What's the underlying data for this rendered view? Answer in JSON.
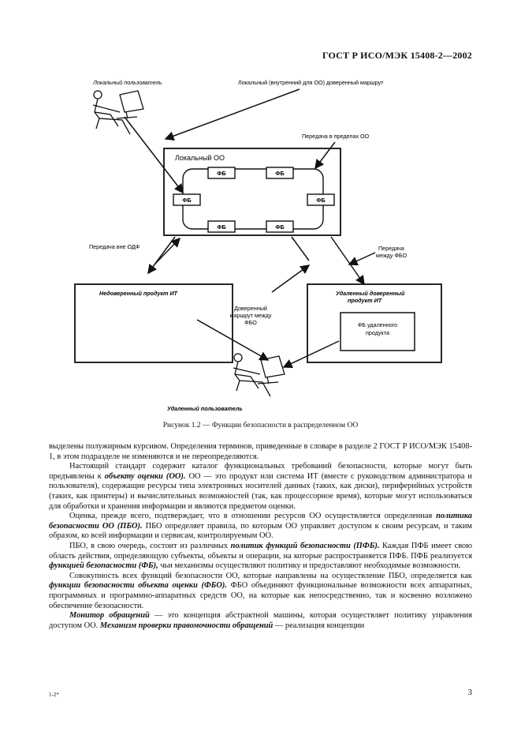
{
  "header": {
    "code": "ГОСТ Р ИСО/МЭК 15408-2—2002"
  },
  "figure": {
    "local_user": "Локальный пользователь",
    "local_path": "Локальный (внутренний для ОО) доверенный маршрут",
    "transfer_inside": "Передача в пределах ОО",
    "local_toe": "Локальный ОО",
    "fb": "ФБ",
    "transfer_outside": "Передача вне ОДФ",
    "transfer_between_1": "Передача",
    "transfer_between_2": "между ФБО",
    "untrusted_product": "Недоверенный продукт ИТ",
    "remote_trusted_1": "Удаленный доверенный",
    "remote_trusted_2": "продукт ИТ",
    "remote_fb_1": "ФБ удаленного",
    "remote_fb_2": "продукта",
    "trusted_route_1": "Доверенный",
    "trusted_route_2": "маршрут между",
    "trusted_route_3": "ФБО",
    "remote_user": "Удаленный пользователь"
  },
  "caption": "Рисунок 1.2 — Функции безопасности в распределенном ОО",
  "body": {
    "p1": "выделены полужирным курсивом. Определения терминов, приведенные в словаре в разделе 2 ГОСТ Р ИСО/МЭК 15408-1, в этом подразделе не изменяются и не переопределяются.",
    "p2a": "Настоящий стандарт содержит каталог функциональных требований безопасности, которые могут быть предъявлены к ",
    "p2t": "объекту оценки (ОО).",
    "p2b": " ОО — это продукт или система ИТ (вместе с руководством администратора и пользователя), содержащие ресурсы типа электронных носителей данных (таких, как диски), периферийных устройств (таких, как принтеры) и вычислительных возможностей (так, как процессорное время), которые могут использоваться для обработки и хранения информации и являются предметом оценки.",
    "p3a": "Оценка, прежде всего, подтверждает, что в отношении ресурсов ОО осуществляется определенная ",
    "p3t": "политика безопасности ОО (ПБО).",
    "p3b": " ПБО определяет правила, по которым ОО управляет доступом к своим ресурсам, и таким образом, ко всей информации и сервисам, контролируемым ОО.",
    "p4a": "ПБО, в свою очередь, состоит из различных ",
    "p4t": "политик функций безопасности (ПФБ).",
    "p4b": " Каждая ПФБ имеет свою область действия, определяющую субъекты, объекты и операции, на которые распространяется ПФБ. ПФБ реализуется ",
    "p4t2": "функцией безопасности (ФБ),",
    "p4c": " чьи механизмы осуществляют политику и предоставляют необходимые возможности.",
    "p5a": "Совокупность всех функций безопасности ОО, которые направлены на осуществление ПБО, определяется как ",
    "p5t": "функции безопасности объекта оценки (ФБО).",
    "p5b": " ФБО объединяют функциональные возможности всех аппаратных, программных и программно-аппаратных средств ОО, на которые как непосредственно, так и косвенно возложено обеспечение безопасности.",
    "p6t": "Монитор обращений",
    "p6a": " — это концепция абстрактной машины, которая осуществляет политику управления доступом ОО. ",
    "p6t2": "Механизм проверки правомочности обращений",
    "p6b": " — реализация концепции"
  },
  "footer": {
    "left": "1-2*",
    "page": "3"
  }
}
